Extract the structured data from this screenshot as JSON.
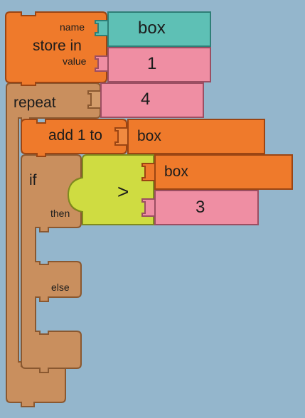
{
  "colors": {
    "background": "#94b6cc",
    "variable_block": "#ef7a2b",
    "name_socket": "#5ec0b5",
    "number_socket": "#ef8ea3",
    "control_block": "#c98f5e",
    "compare_block": "#cfdc41"
  },
  "store_block": {
    "label": "store in",
    "name_label": "name",
    "value_label": "value",
    "name": "box",
    "value": "1"
  },
  "repeat_block": {
    "label": "repeat",
    "count": "4"
  },
  "add_block": {
    "label": "add 1 to",
    "target": "box"
  },
  "if_block": {
    "label": "if",
    "then_label": "then",
    "else_label": "else"
  },
  "compare_block": {
    "operator": ">",
    "left": "box",
    "right": "3"
  }
}
